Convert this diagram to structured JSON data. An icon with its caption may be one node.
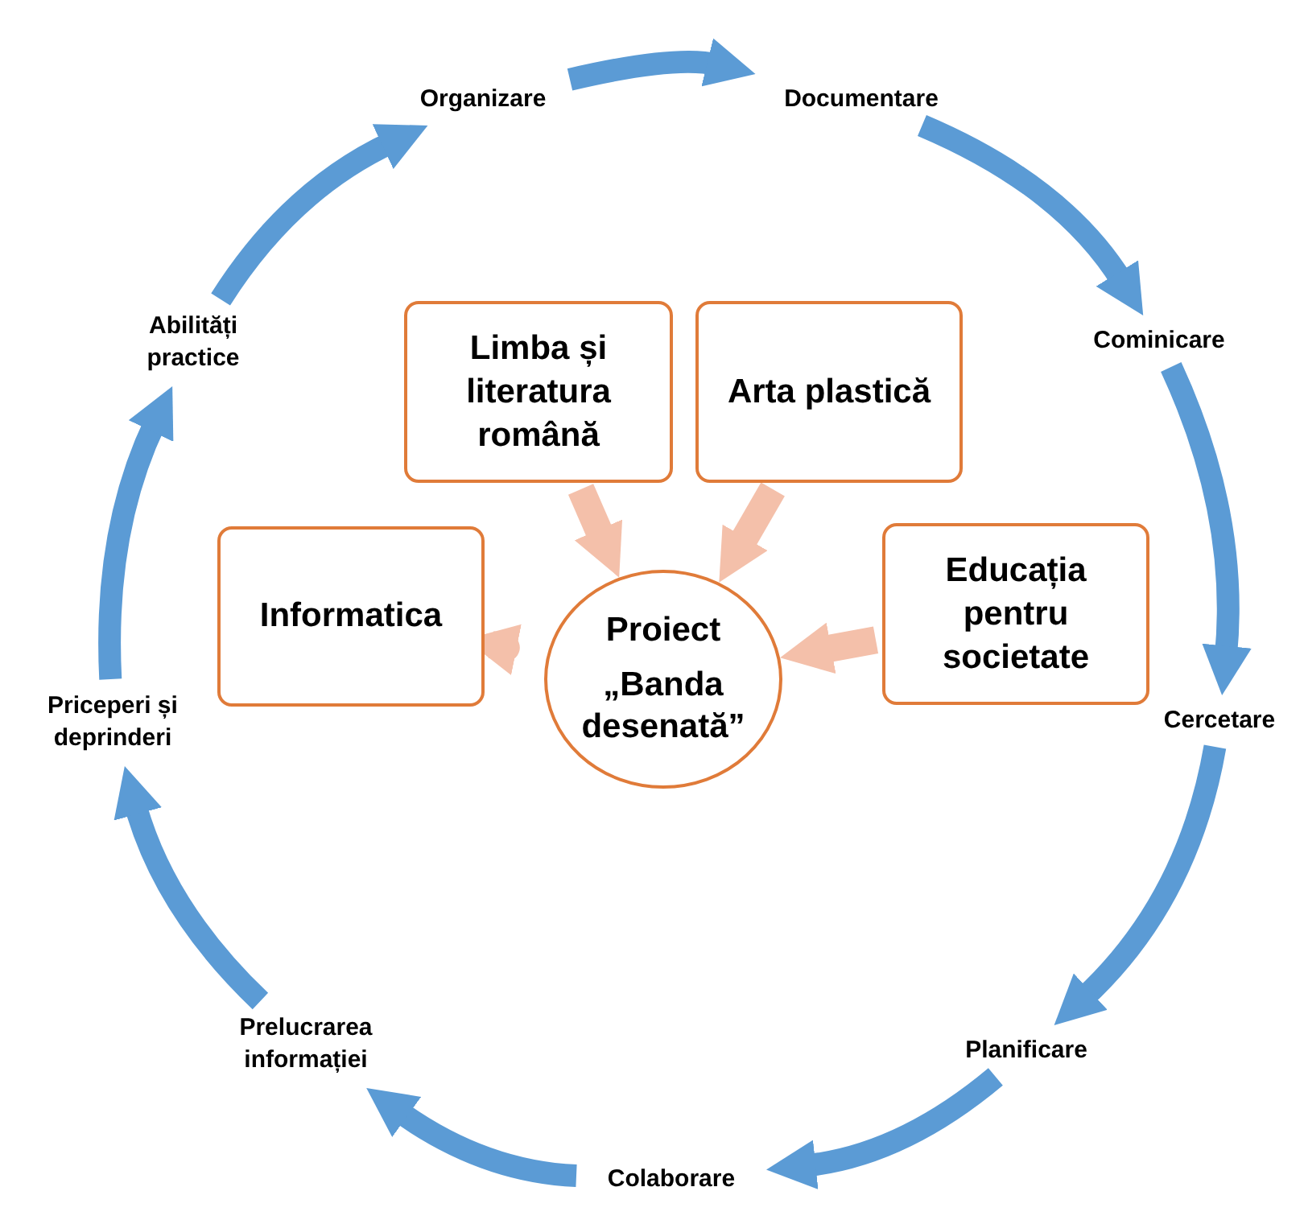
{
  "diagram": {
    "nodes": [
      {
        "text": [
          "Organizare"
        ]
      },
      {
        "text": [
          "Documentare"
        ]
      },
      {
        "text": [
          "Cominicare"
        ]
      },
      {
        "text": [
          "Cercetare"
        ]
      },
      {
        "text": [
          "Planificare"
        ]
      },
      {
        "text": [
          "Colaborare"
        ]
      },
      {
        "text": [
          "Prelucrarea informației"
        ]
      },
      {
        "text": [
          "Priceperi și deprinderi"
        ]
      },
      {
        "text": [
          "Abilități practice"
        ]
      },
      {
        "text": [
          "Proiect",
          "„Banda desenată”"
        ]
      },
      {
        "text": [
          "Limba și literatura română"
        ]
      },
      {
        "text": [
          "Arta plastică"
        ]
      },
      {
        "text": [
          "Informatica"
        ]
      },
      {
        "text": [
          "Educația pentru societate"
        ]
      }
    ],
    "edges": [
      {
        "from": 0,
        "to": 1,
        "arrow": "to"
      },
      {
        "from": 1,
        "to": 2,
        "arrow": "to"
      },
      {
        "from": 2,
        "to": 3,
        "arrow": "to"
      },
      {
        "from": 3,
        "to": 4,
        "arrow": "to"
      },
      {
        "from": 4,
        "to": 5,
        "arrow": "to"
      },
      {
        "from": 5,
        "to": 6,
        "arrow": "to"
      },
      {
        "from": 6,
        "to": 7,
        "arrow": "to"
      },
      {
        "from": 7,
        "to": 8,
        "arrow": "to"
      },
      {
        "from": 8,
        "to": 0,
        "arrow": "to"
      },
      {
        "from": 10,
        "to": 9,
        "arrow": "to",
        "color": "#f4c0aa"
      },
      {
        "from": 11,
        "to": 9,
        "arrow": "to",
        "color": "#f4c0aa"
      },
      {
        "from": 12,
        "to": 9,
        "arrow": "to",
        "color": "#f4c0aa"
      },
      {
        "from": 13,
        "to": 9,
        "arrow": "to",
        "color": "#f4c0aa"
      }
    ]
  }
}
